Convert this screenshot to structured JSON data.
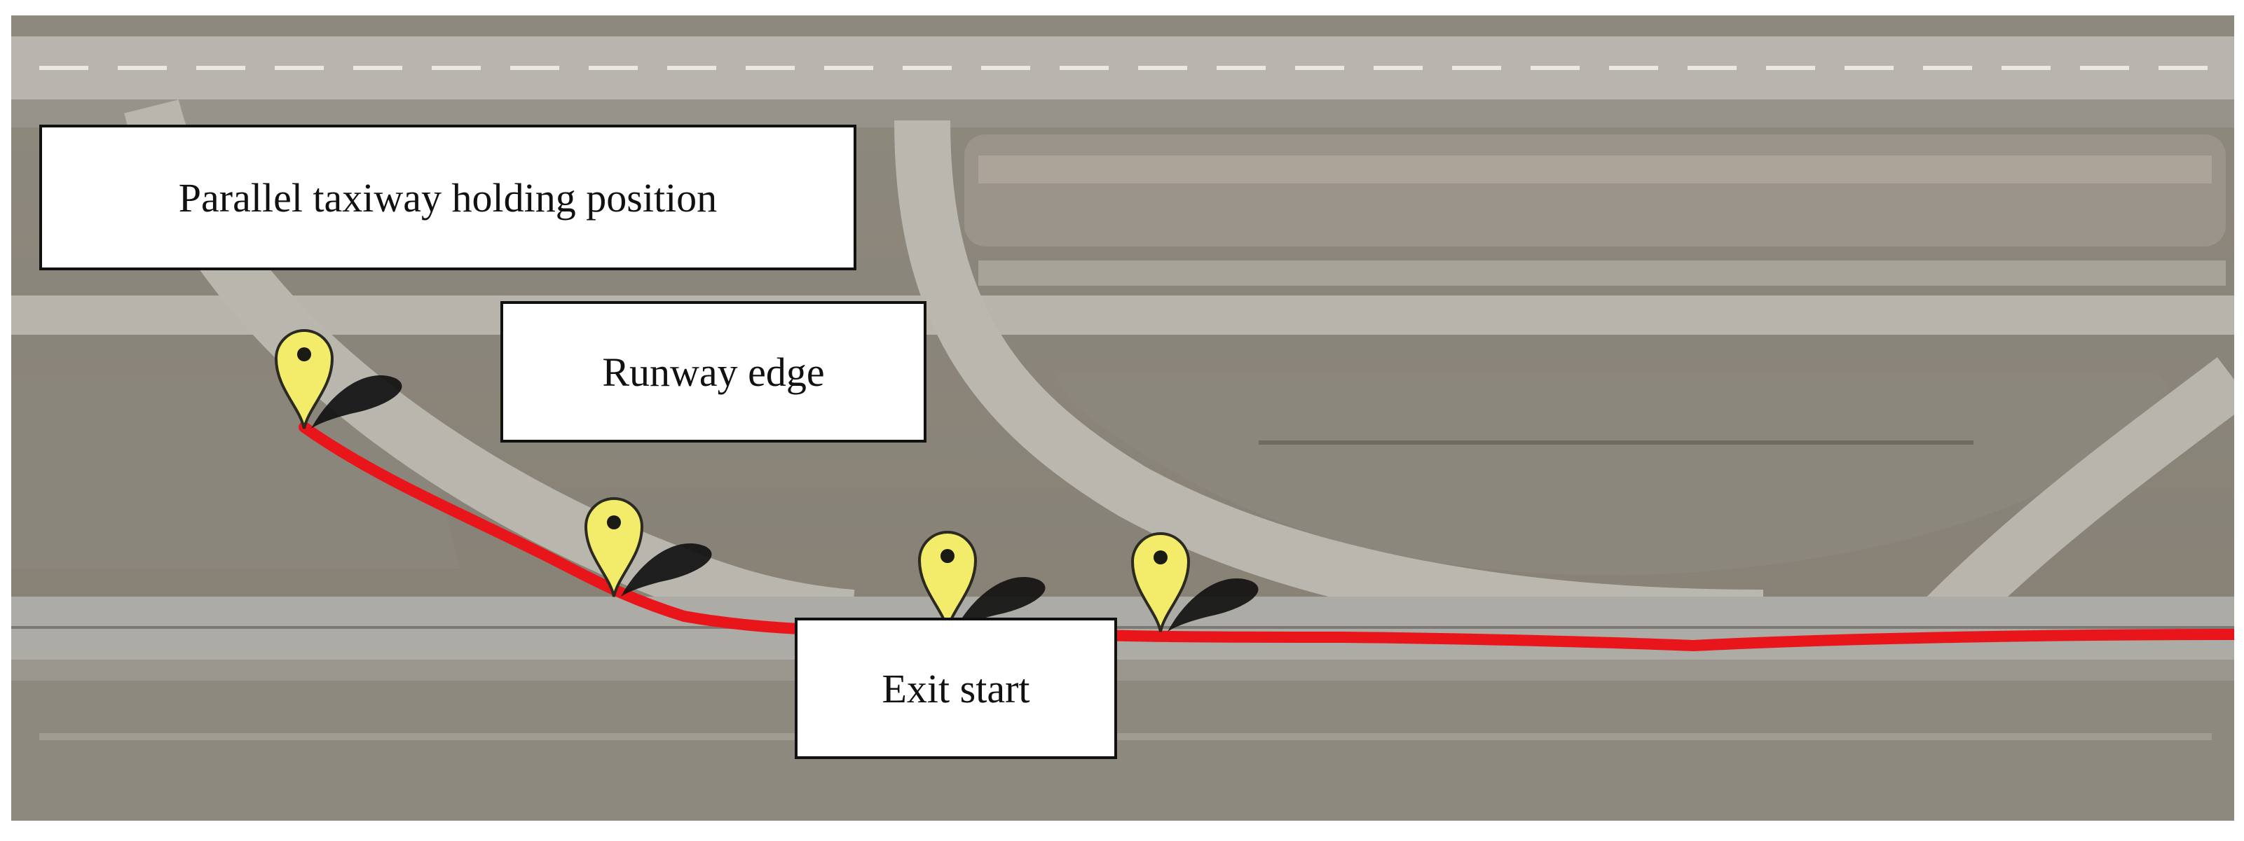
{
  "map": {
    "labels": {
      "holding_position": "Parallel taxiway holding position",
      "runway_edge": "Runway edge",
      "exit_start": "Exit start"
    },
    "markers": [
      {
        "name": "holding-position-marker"
      },
      {
        "name": "runway-edge-marker"
      },
      {
        "name": "exit-start-marker"
      },
      {
        "name": "runway-marker"
      }
    ],
    "colors": {
      "track": "#e8161b",
      "marker_fill": "#f4ee6a",
      "runway": "#a9a8a2",
      "taxiway": "#b6b3aa",
      "grass": "#8a857b"
    },
    "icons": [
      "map-pin-icon"
    ]
  }
}
